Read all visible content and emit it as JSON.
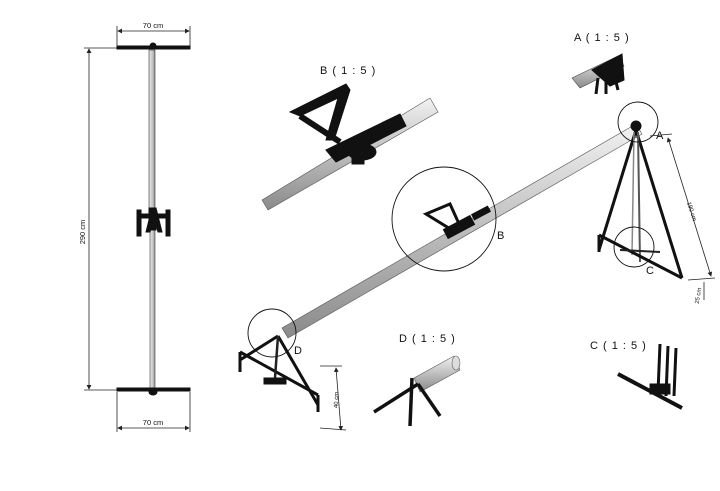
{
  "front_view": {
    "top_width": "70 cm",
    "bottom_width": "70 cm",
    "height": "290 cm"
  },
  "details": {
    "A": "A ( 1 : 5 )",
    "B": "B ( 1 : 5 )",
    "C": "C ( 1 : 5 )",
    "D": "D ( 1 : 5 )"
  },
  "callouts": {
    "A": "A",
    "B": "B",
    "C": "C",
    "D": "D"
  },
  "iso_dims": {
    "right_leg": "190 cm",
    "right_foot": "25 cm",
    "left_leg": "40 cm"
  }
}
